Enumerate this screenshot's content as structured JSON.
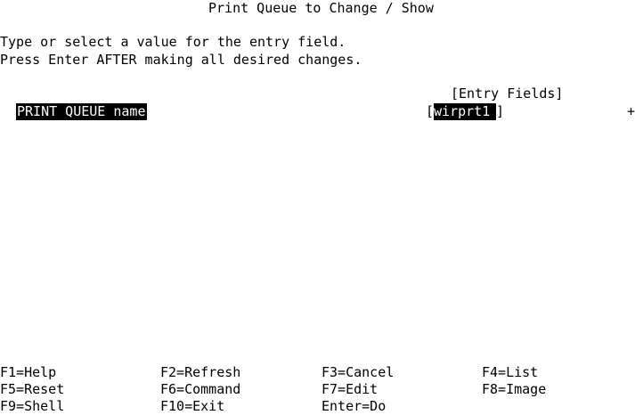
{
  "screen": {
    "title": "Print Queue to Change / Show",
    "instructions": [
      "Type or select a value for the entry field.",
      "Press Enter AFTER making all desired changes."
    ],
    "entry_fields_header": "[Entry Fields]"
  },
  "field": {
    "label": "PRINT QUEUE name",
    "open_bracket": "[",
    "value": "wirprt1",
    "close_bracket": "]",
    "indicator": "+"
  },
  "function_keys": [
    [
      "F1=Help",
      "F2=Refresh",
      "F3=Cancel",
      "F4=List"
    ],
    [
      "F5=Reset",
      "F6=Command",
      "F7=Edit",
      "F8=Image"
    ],
    [
      "F9=Shell",
      "F10=Exit",
      "Enter=Do",
      ""
    ]
  ]
}
